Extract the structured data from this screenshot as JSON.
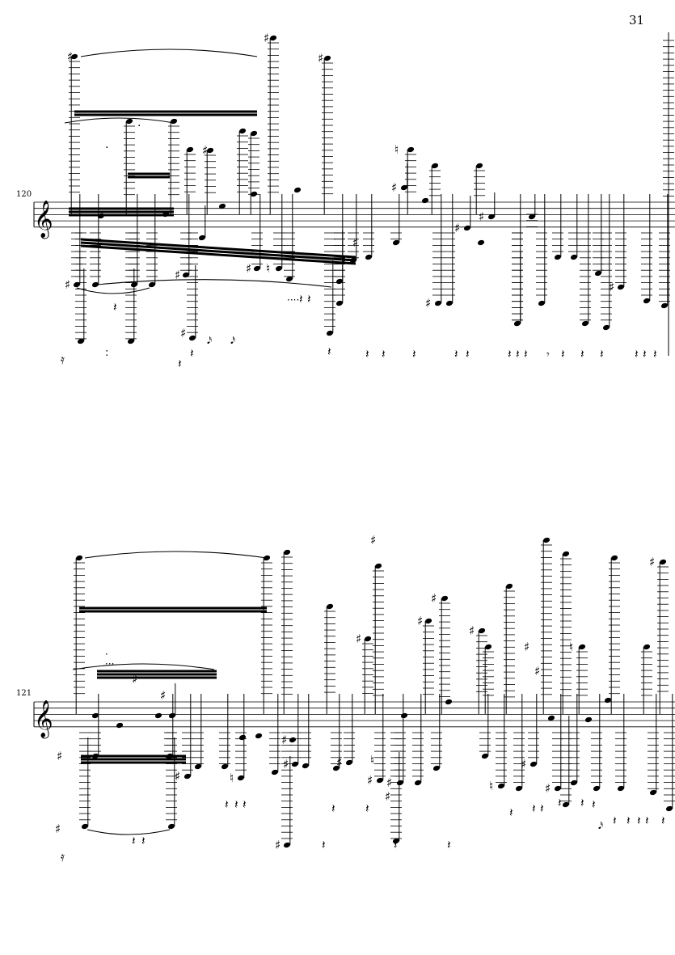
{
  "page": {
    "number": "31"
  },
  "systems": [
    {
      "id": "system-1",
      "measure_number": "120",
      "clef": "treble"
    },
    {
      "id": "system-2",
      "measure_number": "121",
      "clef": "treble"
    }
  ],
  "glyphs": {
    "sharp": "♯",
    "natural": "♮",
    "rest": "𝄽"
  },
  "colors": {
    "ink": "#000000",
    "paper": "#ffffff"
  }
}
